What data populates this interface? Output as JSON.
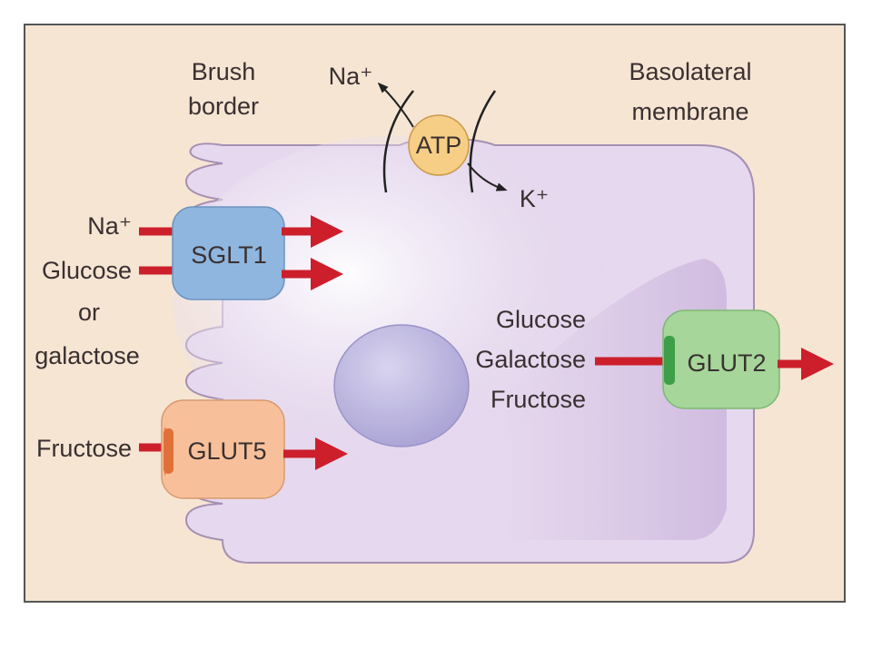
{
  "labels": {
    "brush_border_1": "Brush",
    "brush_border_2": "border",
    "basolateral_1": "Basolateral",
    "basolateral_2": "membrane",
    "na_out": "Na⁺",
    "k_in": "K⁺",
    "atp": "ATP",
    "na_left": "Na⁺",
    "glucose_left": "Glucose",
    "or_left": "or",
    "galactose_left": "galactose",
    "fructose_left": "Fructose",
    "sglt1": "SGLT1",
    "glut5": "GLUT5",
    "glut2": "GLUT2",
    "glucose_right": "Glucose",
    "galactose_right": "Galactose",
    "fructose_right": "Fructose"
  },
  "colors": {
    "frame_bg": "#f6e5d3",
    "cell_fill": "#e8dcef",
    "cell_stroke": "#a58fb3",
    "nucleus": "#b9b3de",
    "sglt1_fill": "#8fb6de",
    "glut5_fill": "#f7c09a",
    "glut5_accent": "#e0703a",
    "glut2_fill": "#a6d69a",
    "glut2_accent": "#3e9f48",
    "atp_fill": "#f7ce86",
    "arrow_red": "#cc1f2b"
  }
}
